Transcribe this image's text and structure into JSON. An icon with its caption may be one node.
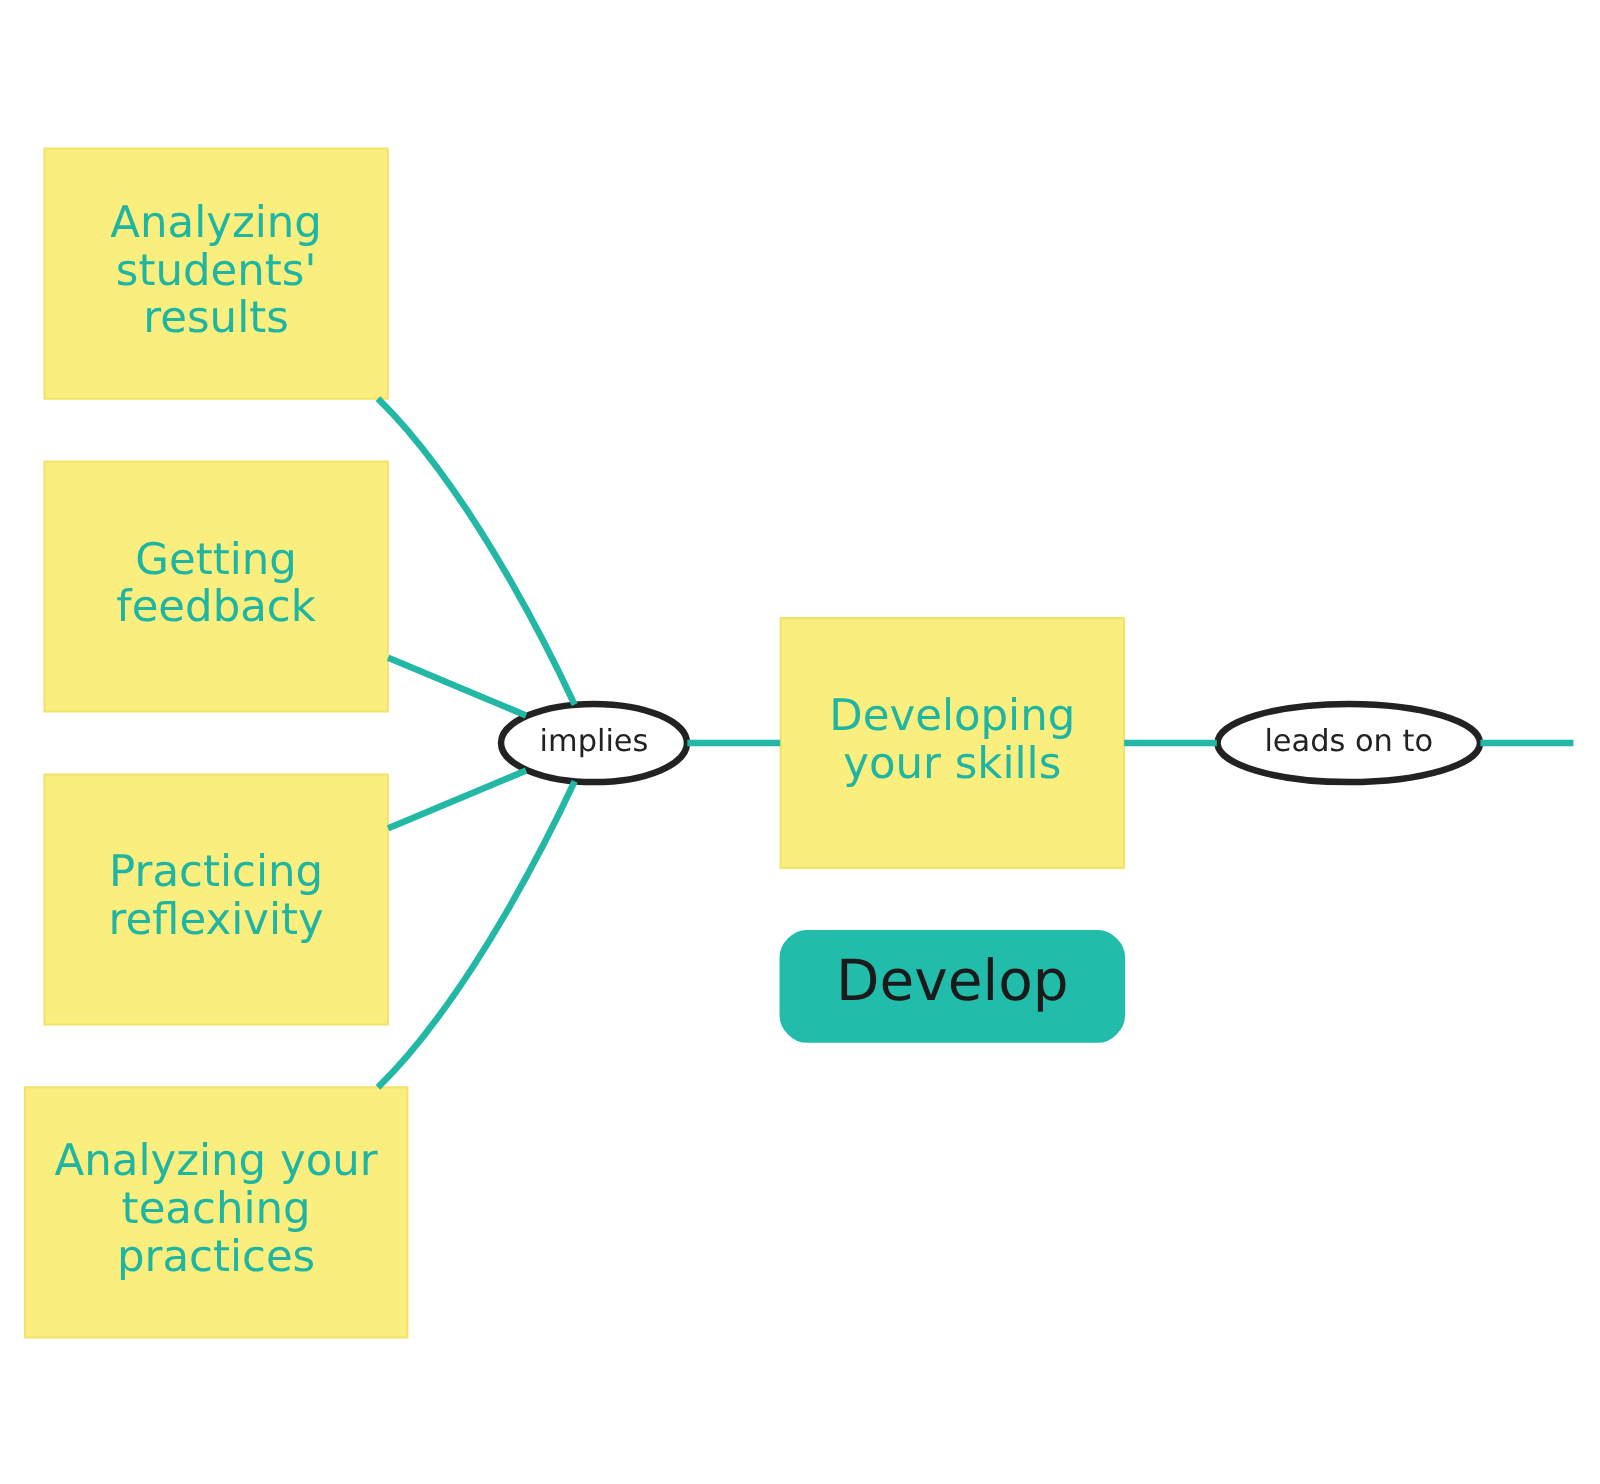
{
  "diagram": {
    "nodes": [
      {
        "text": [
          "Develop"
        ]
      },
      {
        "text": [
          "Analyzing students' results"
        ]
      },
      {
        "text": [
          "Getting feedback"
        ]
      },
      {
        "text": [
          "Practicing reflexivity"
        ]
      },
      {
        "text": [
          "Analyzing your teaching practices"
        ]
      },
      {
        "text": [
          "implies"
        ]
      },
      {
        "text": [
          "Developing your skills"
        ]
      },
      {
        "text": [
          "leads on to"
        ]
      }
    ],
    "edges": [
      {
        "from": 1,
        "to": 5,
        "arrow": "none"
      },
      {
        "from": 2,
        "to": 5,
        "arrow": "none"
      },
      {
        "from": 3,
        "to": 5,
        "arrow": "none"
      },
      {
        "from": 4,
        "to": 5,
        "arrow": "none"
      },
      {
        "from": 5,
        "to": 6,
        "arrow": "none"
      },
      {
        "from": 6,
        "to": 7,
        "arrow": "none"
      },
      {
        "from": 7,
        "to": null,
        "arrow": "none"
      }
    ]
  }
}
